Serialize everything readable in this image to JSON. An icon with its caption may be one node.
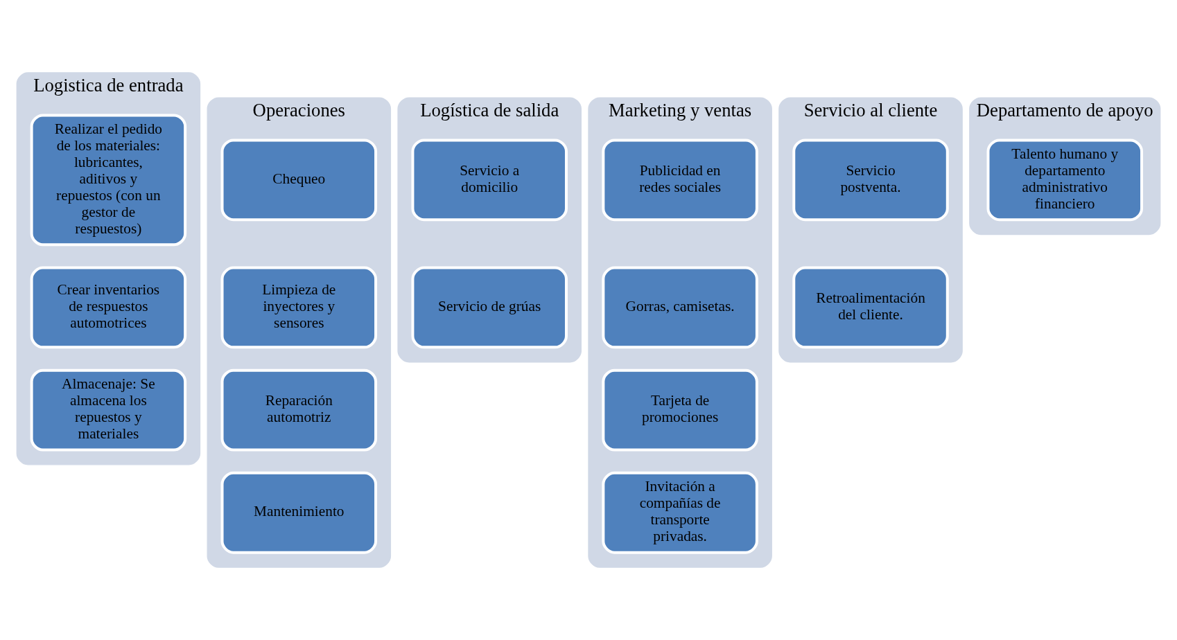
{
  "diagram": {
    "nodes": [
      {
        "text": [
          "Logistica de entrada"
        ]
      },
      {
        "text": [
          "Realizar el pedido de los materiales: lubricantes, aditivos y repuestos (con un gestor de respuestos)"
        ],
        "in": 0
      },
      {
        "text": [
          "Crear inventarios de respuestos automotrices"
        ],
        "in": 0
      },
      {
        "text": [
          "Almacenaje: Se almacena los repuestos y materiales"
        ],
        "in": 0
      },
      {
        "text": [
          "Operaciones"
        ]
      },
      {
        "text": [
          "Chequeo"
        ],
        "in": 4
      },
      {
        "text": [
          "Limpieza de inyectores y sensores"
        ],
        "in": 4
      },
      {
        "text": [
          "Reparación automotriz"
        ],
        "in": 4
      },
      {
        "text": [
          "Mantenimiento"
        ],
        "in": 4
      },
      {
        "text": [
          "Logística de salida"
        ]
      },
      {
        "text": [
          "Servicio a domicilio"
        ],
        "in": 9
      },
      {
        "text": [
          "Servicio de grúas"
        ],
        "in": 9
      },
      {
        "text": [
          "Marketing y ventas"
        ]
      },
      {
        "text": [
          "Publicidad en redes sociales"
        ],
        "in": 12
      },
      {
        "text": [
          "Gorras, camisetas."
        ],
        "in": 12
      },
      {
        "text": [
          "Tarjeta de promociones"
        ],
        "in": 12
      },
      {
        "text": [
          "Invitación a compañías de transporte privadas."
        ],
        "in": 12
      },
      {
        "text": [
          "Servicio al cliente"
        ]
      },
      {
        "text": [
          "Servicio postventa."
        ],
        "in": 17
      },
      {
        "text": [
          "Retroalimentación del cliente."
        ],
        "in": 17
      },
      {
        "text": [
          "Departamento de apoyo"
        ]
      },
      {
        "text": [
          "Talento humano y departamento administrativo financiero"
        ],
        "in": 20
      }
    ],
    "edges": []
  }
}
